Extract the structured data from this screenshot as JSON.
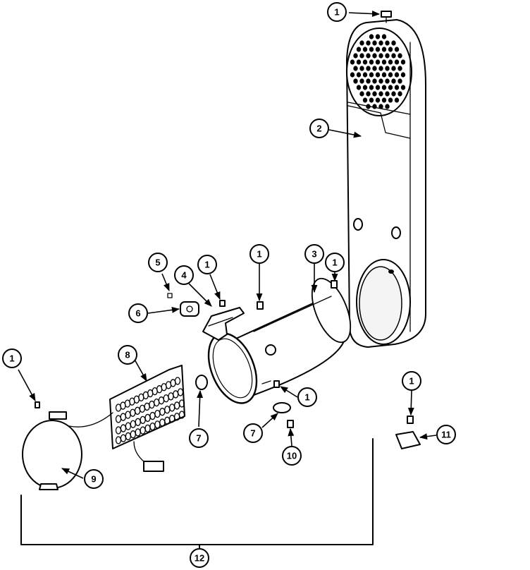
{
  "callouts": {
    "c1_top": "1",
    "c2": "2",
    "c3": "3",
    "c1_right_mid": "1",
    "c1_mid": "1",
    "c1_bracket": "1",
    "c4": "4",
    "c5": "5",
    "c6": "6",
    "c8": "8",
    "c1_left": "1",
    "c9": "9",
    "c7_left": "7",
    "c1_below": "1",
    "c7_right": "7",
    "c10": "10",
    "c1_far_right": "1",
    "c11": "11",
    "c12": "12"
  }
}
